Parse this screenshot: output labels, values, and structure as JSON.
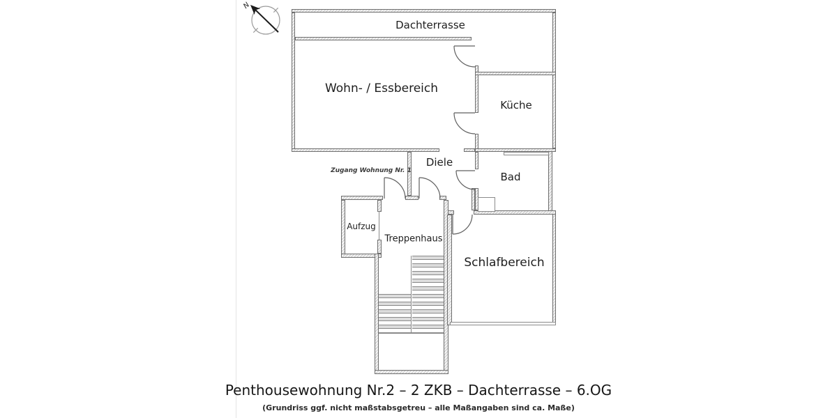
{
  "compass": {
    "north_label": "N"
  },
  "rooms": {
    "dachterrasse": {
      "label": "Dachterrasse"
    },
    "wohnen": {
      "label": "Wohn- / Essbereich"
    },
    "kueche": {
      "label": "Küche"
    },
    "diele": {
      "label": "Diele"
    },
    "bad": {
      "label": "Bad"
    },
    "aufzug": {
      "label": "Aufzug"
    },
    "treppenhaus": {
      "label": "Treppenhaus"
    },
    "schlafbereich": {
      "label": "Schlafbereich"
    }
  },
  "annotations": {
    "zugang": "Zugang Wohnung Nr. 1"
  },
  "caption": {
    "title": "Penthousewohnung Nr.2 – 2 ZKB – Dachterrasse – 6.OG",
    "disclaimer": "(Grundriss ggf. nicht maßstabsgetreu – alle Maßangaben sind ca. Maße)"
  },
  "colors": {
    "wall_outline": "#6f6f6f",
    "wall_hatch": "#c9c9c9",
    "text": "#1e1e1e",
    "background": "#ffffff"
  }
}
